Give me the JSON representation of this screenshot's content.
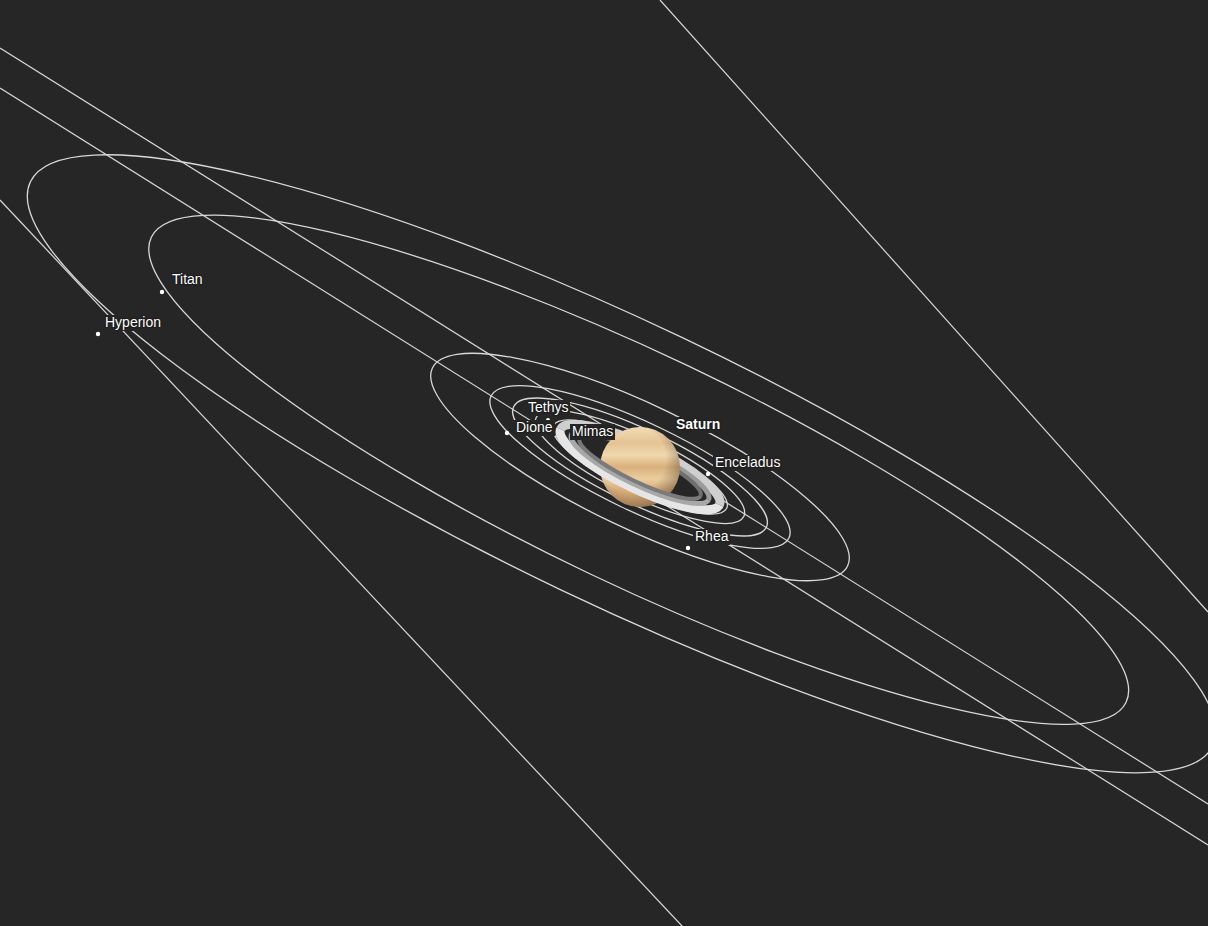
{
  "diagram": {
    "labels": [
      "Titan",
      "Hyperion",
      "Tethys",
      "Dione",
      "Mimas",
      "Saturn",
      "Enceladus",
      "Rhea"
    ]
  }
}
